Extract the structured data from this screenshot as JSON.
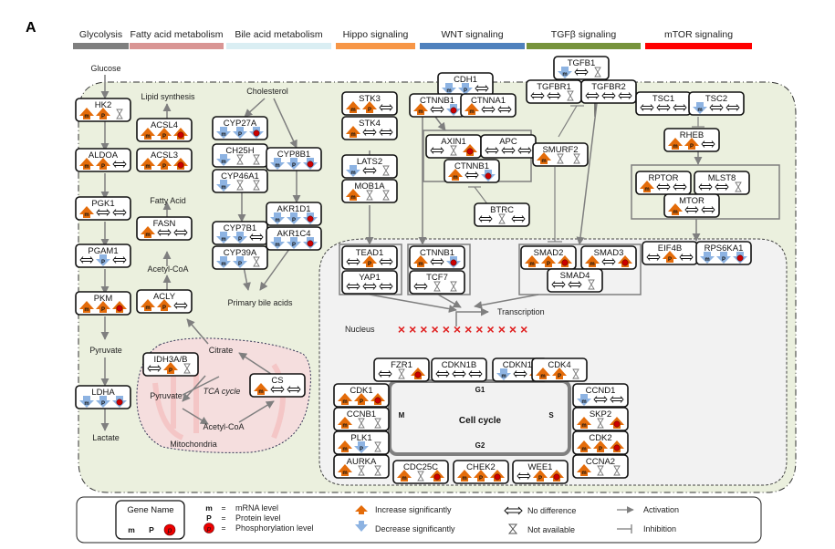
{
  "panel_label": "A",
  "categories": [
    {
      "label": "Glycolysis",
      "color": "#7f7f7f"
    },
    {
      "label": "Fatty acid metabolism",
      "color": "#d99594"
    },
    {
      "label": "Bile  acid metabolism",
      "color": "#daeef3"
    },
    {
      "label": "Hippo signaling",
      "color": "#f79646"
    },
    {
      "label": "WNT signaling",
      "color": "#4f81bd"
    },
    {
      "label": "TGFβ signaling",
      "color": "#77933c"
    },
    {
      "label": "mTOR signaling",
      "color": "#ff0000"
    }
  ],
  "colors": {
    "increase": "#e46c0a",
    "decrease": "#8db3e2",
    "phospho": "#cc0000",
    "cell_bg": "#ebf0de",
    "nucleus_bg": "#f2f2f2",
    "mito": "#f2c4c4"
  },
  "labels": {
    "glucose": "Glucose",
    "pyruvate": "Pyruvate",
    "lactate": "Lactate",
    "lipid_synthesis": "Lipid synthesis",
    "fatty_acid": "Fatty Acid",
    "acetyl_coa": "Acetyl-CoA",
    "cholesterol": "Cholesterol",
    "primary_bile_acids": "Primary bile acids",
    "citrate": "Citrate",
    "pyruvate_mito": "Pyruvate",
    "acetyl_coa_mito": "Acetyl-CoA",
    "tca_cycle": "TCA cycle",
    "mitochondria": "Mitochondria",
    "nucleus": "Nucleus",
    "transcription": "Transcription",
    "cell_cycle": "Cell cycle",
    "g1": "G1",
    "g2": "G2",
    "m": "M",
    "s": "S"
  },
  "genes": [
    {
      "name": "HK2",
      "s": [
        "up",
        "up",
        "na"
      ]
    },
    {
      "name": "ALDOA",
      "s": [
        "up",
        "up",
        "nd"
      ]
    },
    {
      "name": "PGK1",
      "s": [
        "up",
        "nd",
        "nd"
      ]
    },
    {
      "name": "PGAM1",
      "s": [
        "nd",
        "down",
        "nd"
      ]
    },
    {
      "name": "PKM",
      "s": [
        "up",
        "up",
        "up"
      ]
    },
    {
      "name": "LDHA",
      "s": [
        "down",
        "down",
        "down"
      ]
    },
    {
      "name": "ACSL4",
      "s": [
        "up",
        "up",
        "up"
      ]
    },
    {
      "name": "ACSL3",
      "s": [
        "up",
        "up",
        "up"
      ]
    },
    {
      "name": "FASN",
      "s": [
        "up",
        "nd",
        "nd"
      ]
    },
    {
      "name": "ACLY",
      "s": [
        "up",
        "up",
        "nd"
      ]
    },
    {
      "name": "CYP27A",
      "s": [
        "down",
        "down",
        "down"
      ]
    },
    {
      "name": "CH25H",
      "s": [
        "down",
        "na",
        "na"
      ]
    },
    {
      "name": "CYP46A1",
      "s": [
        "down",
        "na",
        "na"
      ]
    },
    {
      "name": "CYP7B1",
      "s": [
        "down",
        "down",
        "nd"
      ]
    },
    {
      "name": "CYP39A",
      "s": [
        "down",
        "down",
        "na"
      ]
    },
    {
      "name": "CYP8B1",
      "s": [
        "down",
        "down",
        "down"
      ]
    },
    {
      "name": "AKR1D1",
      "s": [
        "down",
        "down",
        "down"
      ]
    },
    {
      "name": "AKR1C4",
      "s": [
        "down",
        "down",
        "down"
      ]
    },
    {
      "name": "IDH3A/B",
      "s": [
        "nd",
        "up",
        "na"
      ]
    },
    {
      "name": "CS",
      "s": [
        "up",
        "nd",
        "nd"
      ]
    },
    {
      "name": "STK3",
      "s": [
        "up",
        "up",
        "nd"
      ]
    },
    {
      "name": "STK4",
      "s": [
        "up",
        "nd",
        "nd"
      ]
    },
    {
      "name": "LATS2",
      "s": [
        "down",
        "nd",
        "na"
      ]
    },
    {
      "name": "MOB1A",
      "s": [
        "up",
        "na",
        "na"
      ]
    },
    {
      "name": "TEAD1",
      "s": [
        "nd",
        "up",
        "nd"
      ]
    },
    {
      "name": "YAP1",
      "s": [
        "nd",
        "nd",
        "nd"
      ]
    },
    {
      "name": "CDH1",
      "s": [
        "down",
        "down",
        "nd"
      ]
    },
    {
      "name": "CTNNB1",
      "s": [
        "up",
        "nd",
        "down"
      ]
    },
    {
      "name": "CTNNA1",
      "s": [
        "up",
        "nd",
        "nd"
      ]
    },
    {
      "name": "AXIN1",
      "s": [
        "nd",
        "na",
        "up"
      ]
    },
    {
      "name": "APC",
      "s": [
        "nd",
        "nd",
        "nd"
      ]
    },
    {
      "name": "CTNNB1",
      "s": [
        "up",
        "nd",
        "down"
      ]
    },
    {
      "name": "BTRC",
      "s": [
        "nd",
        "na",
        "nd"
      ]
    },
    {
      "name": "CTNNB1",
      "s": [
        "up",
        "nd",
        "down"
      ]
    },
    {
      "name": "TCF7",
      "s": [
        "nd",
        "na",
        "na"
      ]
    },
    {
      "name": "TGFB1",
      "s": [
        "down",
        "nd",
        "na"
      ]
    },
    {
      "name": "TGFBR1",
      "s": [
        "nd",
        "nd",
        "na"
      ]
    },
    {
      "name": "TGFBR2",
      "s": [
        "nd",
        "nd",
        "nd"
      ]
    },
    {
      "name": "SMURF2",
      "s": [
        "up",
        "na",
        "na"
      ]
    },
    {
      "name": "SMAD2",
      "s": [
        "up",
        "up",
        "up"
      ]
    },
    {
      "name": "SMAD3",
      "s": [
        "up",
        "nd",
        "up"
      ]
    },
    {
      "name": "SMAD4",
      "s": [
        "nd",
        "nd",
        "na"
      ]
    },
    {
      "name": "TSC1",
      "s": [
        "nd",
        "nd",
        "nd"
      ]
    },
    {
      "name": "TSC2",
      "s": [
        "down",
        "nd",
        "nd"
      ]
    },
    {
      "name": "RHEB",
      "s": [
        "up",
        "up",
        "nd"
      ]
    },
    {
      "name": "RPTOR",
      "s": [
        "up",
        "nd",
        "nd"
      ]
    },
    {
      "name": "MLST8",
      "s": [
        "nd",
        "nd",
        "na"
      ]
    },
    {
      "name": "MTOR",
      "s": [
        "up",
        "nd",
        "nd"
      ]
    },
    {
      "name": "EIF4B",
      "s": [
        "nd",
        "up",
        "nd"
      ]
    },
    {
      "name": "RPS6KA1",
      "s": [
        "down",
        "down",
        "down"
      ]
    },
    {
      "name": "FZR1",
      "s": [
        "nd",
        "na",
        "up"
      ]
    },
    {
      "name": "CDKN1B",
      "s": [
        "nd",
        "nd",
        "nd"
      ]
    },
    {
      "name": "CDKN1A",
      "s": [
        "down",
        "nd",
        "up"
      ]
    },
    {
      "name": "CDK4",
      "s": [
        "up",
        "up",
        "na"
      ]
    },
    {
      "name": "CDK1",
      "s": [
        "up",
        "up",
        "up"
      ]
    },
    {
      "name": "CCNB1",
      "s": [
        "up",
        "na",
        "na"
      ]
    },
    {
      "name": "PLK1",
      "s": [
        "up",
        "down",
        "na"
      ]
    },
    {
      "name": "AURKA",
      "s": [
        "up",
        "na",
        "na"
      ]
    },
    {
      "name": "CDC25C",
      "s": [
        "up",
        "na",
        "up"
      ]
    },
    {
      "name": "CHEK2",
      "s": [
        "up",
        "up",
        "up"
      ]
    },
    {
      "name": "WEE1",
      "s": [
        "nd",
        "up",
        "up"
      ]
    },
    {
      "name": "CCND1",
      "s": [
        "down",
        "nd",
        "nd"
      ]
    },
    {
      "name": "SKP2",
      "s": [
        "up",
        "na",
        "up"
      ]
    },
    {
      "name": "CDK2",
      "s": [
        "up",
        "up",
        "up"
      ]
    },
    {
      "name": "CCNA2",
      "s": [
        "up",
        "na",
        "na"
      ]
    }
  ],
  "legend": {
    "gene_name": "Gene Name",
    "m_glyph": "m",
    "p_glyph": "P",
    "phospho_glyph": "p",
    "m_desc": "mRNA level",
    "p_desc": "Protein  level",
    "phospho_desc": "Phosphorylation level",
    "eq": "=",
    "increase": "Increase  significantly",
    "decrease": "Decrease  significantly",
    "no_difference": "No difference",
    "not_available": "Not available",
    "activation": "Activation",
    "inhibition": "Inhibition"
  }
}
